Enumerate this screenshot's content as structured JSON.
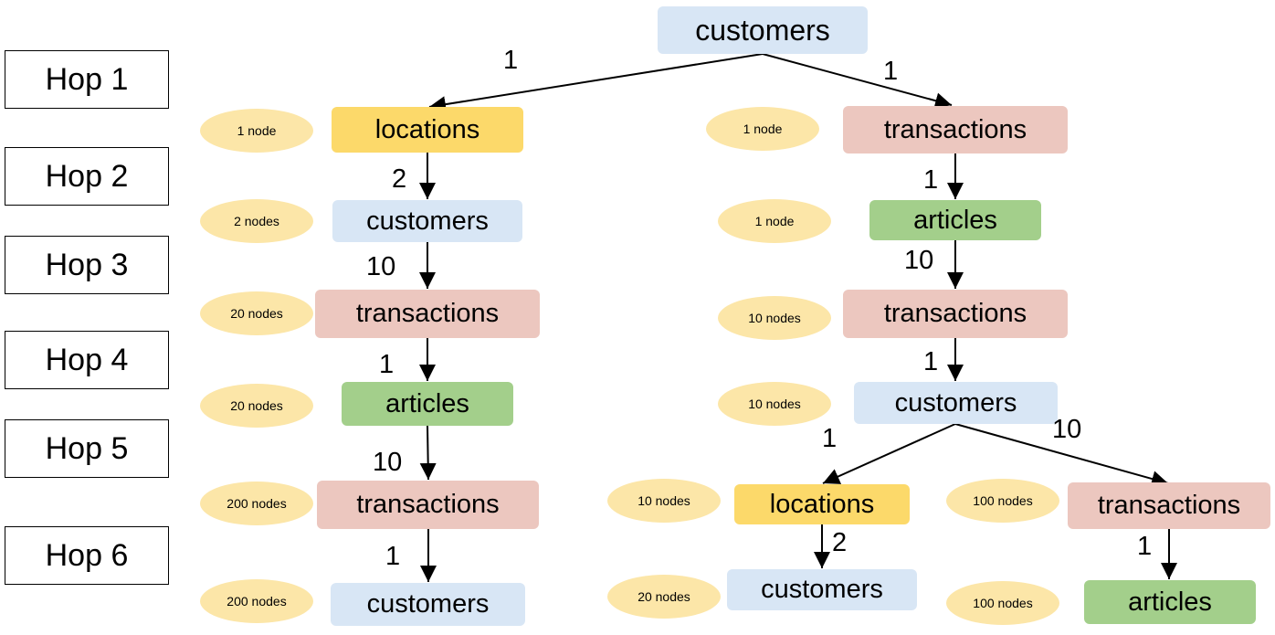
{
  "hops": [
    "Hop 1",
    "Hop 2",
    "Hop 3",
    "Hop 4",
    "Hop 5",
    "Hop 6"
  ],
  "colors": {
    "customers": "#d8e6f5",
    "locations": "#fcd96a",
    "transactions": "#ecc7bf",
    "articles": "#a3cf8b",
    "count_pill": "#fce6a8"
  },
  "root": {
    "label": "customers"
  },
  "left": {
    "nodes": [
      {
        "label": "locations",
        "count": "1 node"
      },
      {
        "label": "customers",
        "count": "2 nodes"
      },
      {
        "label": "transactions",
        "count": "20 nodes"
      },
      {
        "label": "articles",
        "count": "20 nodes"
      },
      {
        "label": "transactions",
        "count": "200 nodes"
      },
      {
        "label": "customers",
        "count": "200 nodes"
      }
    ],
    "edge_labels": [
      "1",
      "2",
      "10",
      "1",
      "10",
      "1"
    ]
  },
  "right": {
    "nodes": [
      {
        "label": "transactions",
        "count": "1 node"
      },
      {
        "label": "articles",
        "count": "1 node"
      },
      {
        "label": "transactions",
        "count": "10 nodes"
      },
      {
        "label": "customers",
        "count": "10 nodes"
      }
    ],
    "edge_labels": [
      "1",
      "1",
      "10",
      "1"
    ],
    "branch_a": {
      "nodes": [
        {
          "label": "locations",
          "count": "10 nodes"
        },
        {
          "label": "customers",
          "count": "20 nodes"
        }
      ],
      "edge_labels": [
        "1",
        "2"
      ]
    },
    "branch_b": {
      "nodes": [
        {
          "label": "transactions",
          "count": "100 nodes"
        },
        {
          "label": "articles",
          "count": "100 nodes"
        }
      ],
      "edge_labels": [
        "10",
        "1"
      ]
    }
  }
}
